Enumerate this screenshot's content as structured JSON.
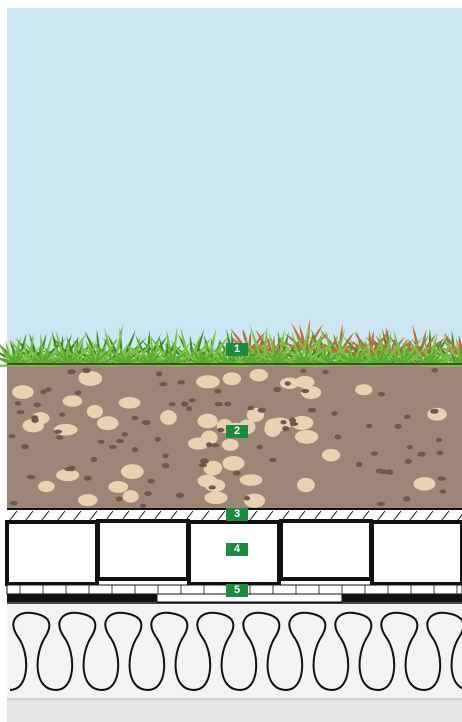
{
  "layers": [
    {
      "id": "vegetation",
      "number": "1"
    },
    {
      "id": "substrate",
      "number": "2"
    },
    {
      "id": "filter-sheet",
      "number": "3"
    },
    {
      "id": "drainage-element",
      "number": "4"
    },
    {
      "id": "protection-mat",
      "number": "5"
    }
  ],
  "colors": {
    "sky": "#cde6f3",
    "soil": "#9b8677",
    "soil_light_pebble": "#e8d2b3",
    "soil_dark_pebble": "#6e5a4d",
    "badge": "#1c8b3f",
    "grass_light": "#7bc043",
    "grass_dark": "#3f8a1f",
    "leaf_brown": "#b86e3b",
    "insulation": "#f3f3f3",
    "outline": "#111111"
  }
}
